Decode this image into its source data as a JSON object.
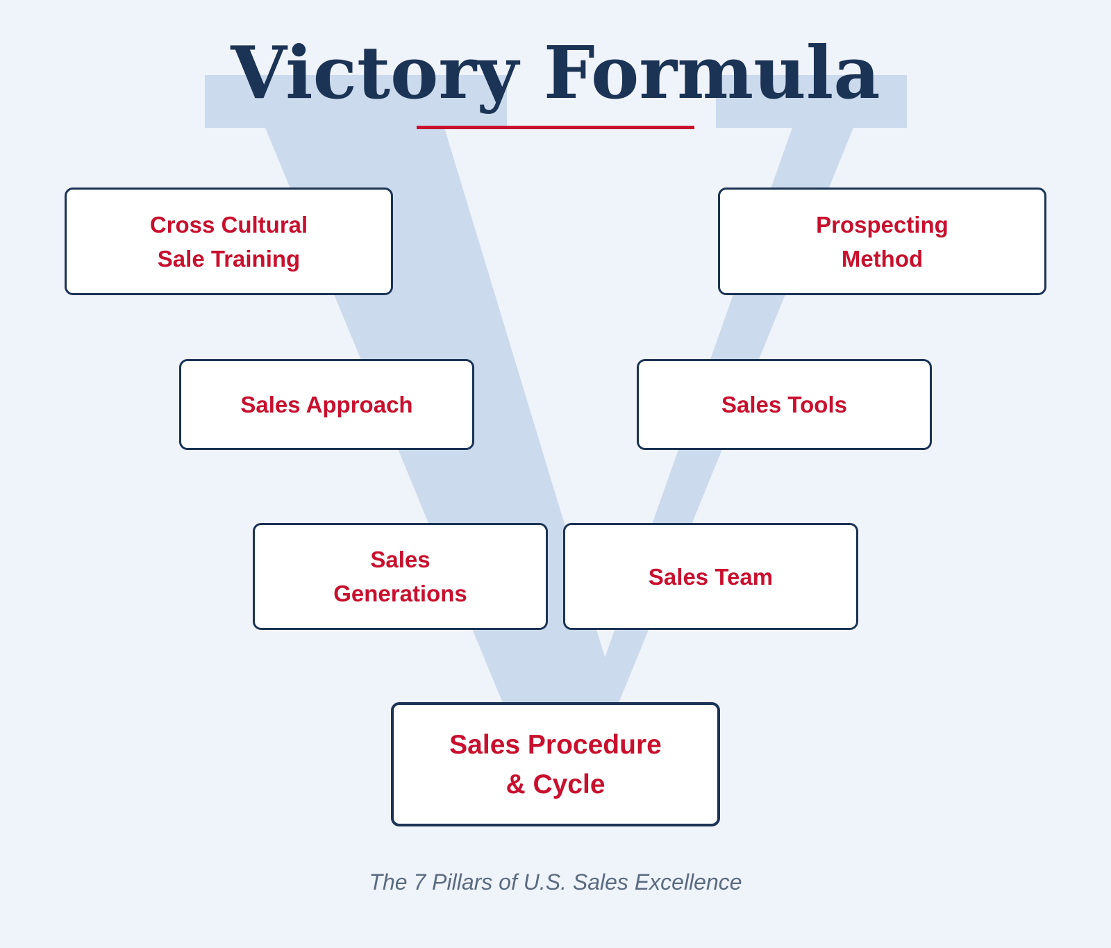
{
  "title": "Victory Formula",
  "subtitle": "The 7 Pillars of U.S. Sales Excellence",
  "pillars": [
    {
      "id": "cross-cultural",
      "label": "Cross Cultural\nSale Training"
    },
    {
      "id": "prospecting",
      "label": "Prospecting\nMethod"
    },
    {
      "id": "sales-approach",
      "label": "Sales Approach"
    },
    {
      "id": "sales-tools",
      "label": "Sales Tools"
    },
    {
      "id": "sales-generations",
      "label": "Sales\nGenerations"
    },
    {
      "id": "sales-team",
      "label": "Sales Team"
    },
    {
      "id": "sales-procedure",
      "label": "Sales Procedure\n& Cycle"
    }
  ],
  "colors": {
    "background": "#eff3fa",
    "v_shape": "#cbdaed",
    "title": "#1b3354",
    "accent": "#c8102e",
    "border": "#1b3354",
    "subtitle": "#5a6b80"
  }
}
